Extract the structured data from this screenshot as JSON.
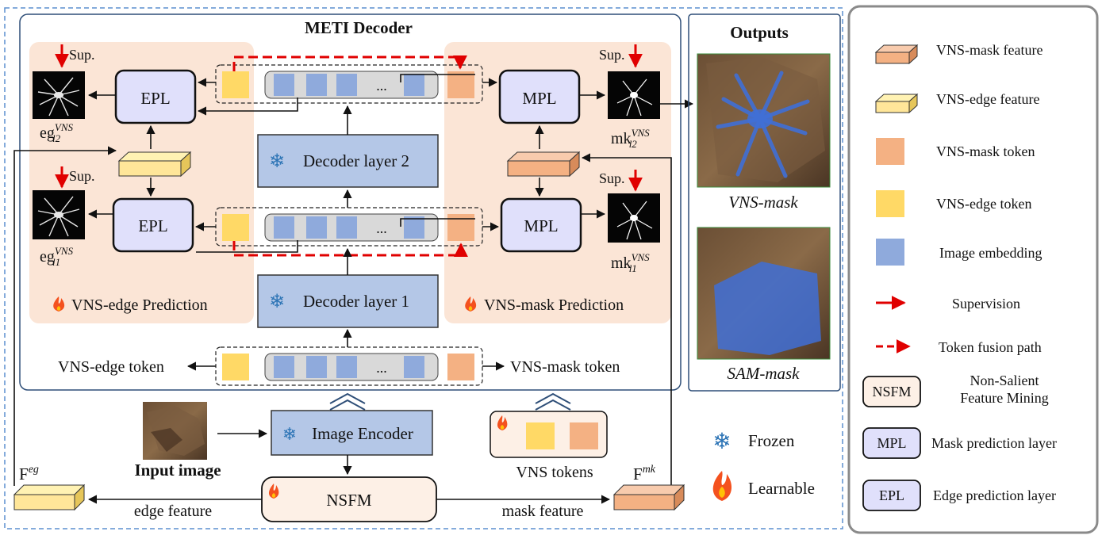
{
  "decoder": {
    "title": "METI Decoder",
    "layer1": "Decoder layer 1",
    "layer2": "Decoder layer 2",
    "epl": "EPL",
    "mpl": "MPL",
    "ellipsis": "...",
    "sup": "Sup.",
    "edge_prediction": "VNS-edge Prediction",
    "mask_prediction": "VNS-mask Prediction",
    "edge_token_label": "VNS-edge token",
    "mask_token_label": "VNS-mask token",
    "eg_l2": {
      "base": "eg",
      "sup": "VNS",
      "sub": "l2"
    },
    "eg_l1": {
      "base": "eg",
      "sup": "VNS",
      "sub": "l1"
    },
    "mk_l2": {
      "base": "mk",
      "sup": "VNS",
      "sub": "l2"
    },
    "mk_l1": {
      "base": "mk",
      "sup": "VNS",
      "sub": "l1"
    }
  },
  "encoder": {
    "image_encoder": "Image Encoder",
    "input_image": "Input image",
    "nsfm": "NSFM",
    "vns_tokens": "VNS tokens",
    "f_eg": {
      "base": "F",
      "sup": "eg"
    },
    "f_mk": {
      "base": "F",
      "sup": "mk"
    },
    "edge_feature": "edge feature",
    "mask_feature": "mask feature",
    "frozen": "Frozen",
    "learnable": "Learnable"
  },
  "outputs": {
    "title": "Outputs",
    "vns_mask": "VNS-mask",
    "sam_mask": "SAM-mask"
  },
  "legend": [
    {
      "key": "vns_mask_feature",
      "label": "VNS-mask feature"
    },
    {
      "key": "vns_edge_feature",
      "label": "VNS-edge feature"
    },
    {
      "key": "vns_mask_token",
      "label": "VNS-mask token"
    },
    {
      "key": "vns_edge_token",
      "label": "VNS-edge token"
    },
    {
      "key": "image_embedding",
      "label": "Image embedding"
    },
    {
      "key": "supervision",
      "label": "Supervision"
    },
    {
      "key": "token_fusion",
      "label": "Token fusion path"
    },
    {
      "key": "nsfm",
      "abbr": "NSFM",
      "label": "Non-Salient Feature Mining"
    },
    {
      "key": "mpl",
      "abbr": "MPL",
      "label": "Mask prediction layer"
    },
    {
      "key": "epl",
      "abbr": "EPL",
      "label": "Edge prediction layer"
    }
  ],
  "colors": {
    "decoder_layer": "#b4c7e7",
    "prediction_panel": "#fbe5d6",
    "prediction_layer": "#e0e0fb",
    "mask_token": "#f4b183",
    "edge_token": "#ffd966",
    "image_embedding": "#8faadc",
    "supervision": "#e00000",
    "frozen_icon": "#2e75b6"
  }
}
